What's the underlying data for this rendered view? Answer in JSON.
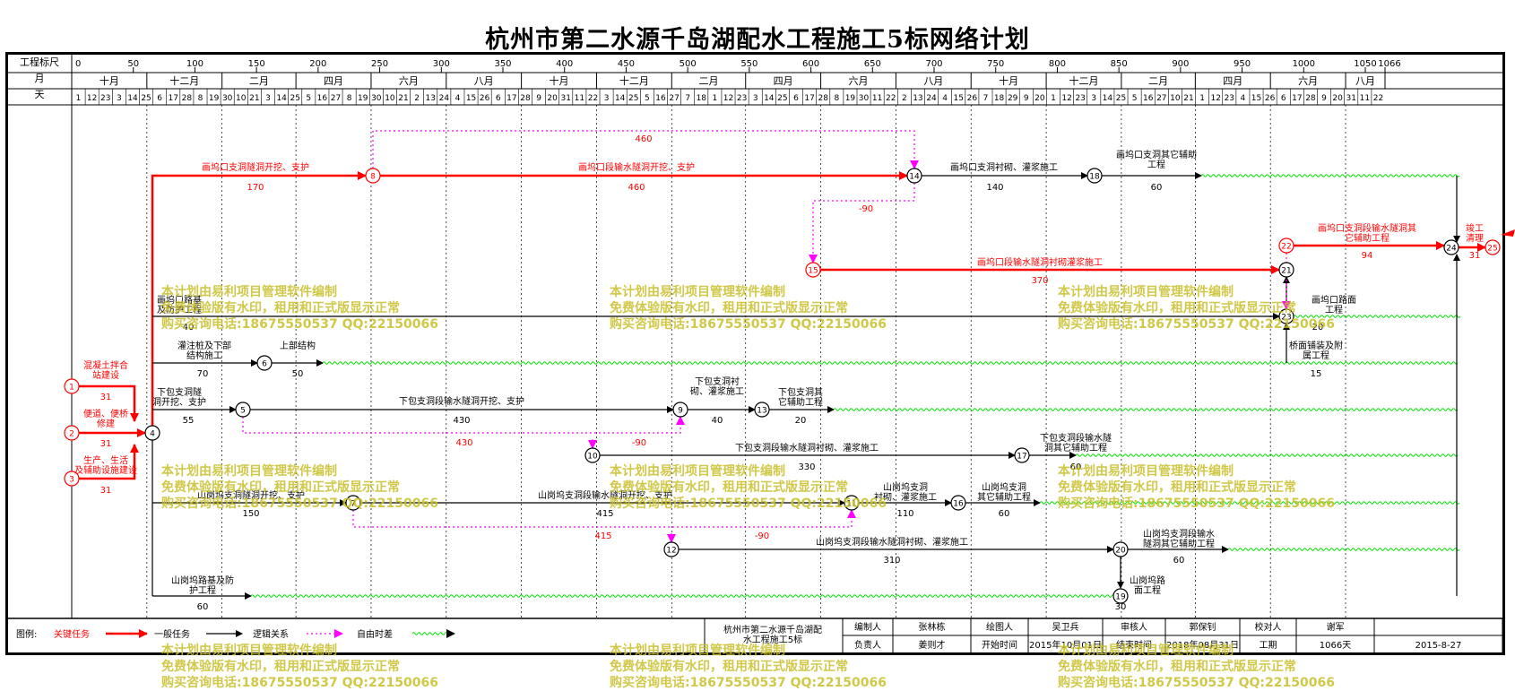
{
  "title": "杭州市第二水源千岛湖配水工程施工5标网络计划",
  "scale": {
    "label": "工程标尺",
    "ticks": [
      "0",
      "50",
      "100",
      "150",
      "200",
      "250",
      "300",
      "350",
      "400",
      "450",
      "500",
      "550",
      "600",
      "650",
      "700",
      "750",
      "800",
      "850",
      "900",
      "950",
      "1000",
      "1050",
      "1066"
    ]
  },
  "month_row": {
    "label": "月",
    "cells": [
      "十月",
      "十二月",
      "二月",
      "四月",
      "六月",
      "八月",
      "十月",
      "十二月",
      "二月",
      "四月",
      "六月",
      "八月",
      "十月",
      "十二月",
      "二月",
      "四月",
      "六月",
      "八月"
    ]
  },
  "day_row": {
    "label": "天",
    "cells": [
      "1",
      "12",
      "23",
      "3",
      "14",
      "25",
      "6",
      "17",
      "28",
      "8",
      "19",
      "30",
      "10",
      "21",
      "3",
      "14",
      "25",
      "5",
      "16",
      "27",
      "8",
      "19",
      "30",
      "10",
      "21",
      "2",
      "13",
      "24",
      "4",
      "15",
      "26",
      "6",
      "17",
      "28",
      "9",
      "20",
      "31",
      "11",
      "22",
      "3",
      "14",
      "25",
      "5",
      "16",
      "27",
      "7",
      "18",
      "1",
      "12",
      "23",
      "3",
      "14",
      "25",
      "6",
      "17",
      "28",
      "8",
      "19",
      "30",
      "11",
      "22",
      "2",
      "13",
      "24",
      "4",
      "15",
      "26",
      "7",
      "18",
      "29",
      "9",
      "20",
      "1",
      "12",
      "23",
      "3",
      "14",
      "25",
      "5",
      "16",
      "27",
      "10",
      "21",
      "1",
      "12",
      "23",
      "4",
      "15",
      "26",
      "6",
      "17",
      "28",
      "9",
      "20",
      "31",
      "11",
      "22"
    ]
  },
  "activities": [
    {
      "label": "混凝土拌合站建设",
      "duration": "31"
    },
    {
      "label": "便道、便桥修建",
      "duration": "31"
    },
    {
      "label": "生产、生活及辅助设施建设",
      "duration": "31"
    },
    {
      "label": "画坞口支洞隧洞开挖、支护",
      "duration": "170"
    },
    {
      "label": "画坞口段输水隧洞开挖、支护",
      "duration": "460"
    },
    {
      "label": "画坞口支洞衬砌、灌浆施工",
      "duration": "140"
    },
    {
      "label": "画坞口支洞其它辅助工程",
      "duration": "60"
    },
    {
      "label": "画坞口段输水隧洞衬砌灌浆施工",
      "duration": "370"
    },
    {
      "label": "画坞口支洞段输水隧洞其它辅助工程",
      "duration": "94"
    },
    {
      "label": "竣工清理",
      "duration": "31"
    },
    {
      "label": "画坞口路基及防护工程",
      "duration": "40"
    },
    {
      "label": "画坞口路面工程",
      "duration": "20"
    },
    {
      "label": "灌注桩及下部结构施工",
      "duration": "70"
    },
    {
      "label": "上部结构",
      "duration": "50"
    },
    {
      "label": "桥面铺装及附属工程",
      "duration": "15"
    },
    {
      "label": "下包支洞隧洞开挖、支护",
      "duration": "55"
    },
    {
      "label": "下包支洞段输水隧洞开挖、支护",
      "duration": "430"
    },
    {
      "label": "下包支洞衬砌、灌浆施工",
      "duration": "40"
    },
    {
      "label": "下包支洞其它辅助工程",
      "duration": "20"
    },
    {
      "label": "下包支洞段输水隧洞衬砌、灌浆施工",
      "duration": "330"
    },
    {
      "label": "下包支洞段输水隧洞其它辅助工程",
      "duration": "60"
    },
    {
      "label": "山岗坞支洞隧洞开挖、支护",
      "duration": "150"
    },
    {
      "label": "山岗坞支洞段输水隧洞开挖、支护",
      "duration": "415"
    },
    {
      "label": "山岗坞支洞衬砌、灌浆施工",
      "duration": "110"
    },
    {
      "label": "山岗坞支洞其它辅助工程",
      "duration": "60"
    },
    {
      "label": "山岗坞支洞段输水隧洞衬砌、灌浆施工",
      "duration": "310"
    },
    {
      "label": "山岗坞支洞段输水隧洞其它辅助工程",
      "duration": "60"
    },
    {
      "label": "山岗坞路基及防护工程",
      "duration": "60"
    },
    {
      "label": "山岗坞路面工程",
      "duration": "30"
    }
  ],
  "logic_labels": [
    "460",
    "-90",
    "430",
    "-90",
    "415",
    "-90"
  ],
  "node_labels": [
    "1",
    "2",
    "3",
    "4",
    "5",
    "6",
    "7",
    "8",
    "9",
    "10",
    "11",
    "12",
    "13",
    "14",
    "15",
    "16",
    "17",
    "18",
    "19",
    "20",
    "21",
    "22",
    "23",
    "24",
    "25"
  ],
  "legend": {
    "label": "图例:",
    "items": [
      {
        "text": "关键任务",
        "kind": "critical"
      },
      {
        "text": "一般任务",
        "kind": "normal"
      },
      {
        "text": "逻辑关系",
        "kind": "logic"
      },
      {
        "text": "自由时差",
        "kind": "float"
      }
    ]
  },
  "info": {
    "project": "杭州市第二水源千岛湖配水工程施工5标",
    "rows": [
      [
        "编制人",
        "张林栋",
        "绘图人",
        "吴卫兵",
        "审核人",
        "郭保钊",
        "校对人",
        "谢军"
      ],
      [
        "负责人",
        "姜则才",
        "开始时间",
        "2015年10月01日",
        "结束时间",
        "2018年08月31日",
        "工期",
        "1066天",
        "2015-8-27"
      ]
    ]
  },
  "watermark": [
    "本计划由易利项目管理软件编制",
    "免费体验版有水印，租用和正式版显示正常",
    "购买咨询电话:18675550537 QQ:22150066"
  ],
  "colors": {
    "critical": "#ff0000",
    "logic": "#ff00ff",
    "float": "#00dd00",
    "watermark": "#c8be28"
  }
}
